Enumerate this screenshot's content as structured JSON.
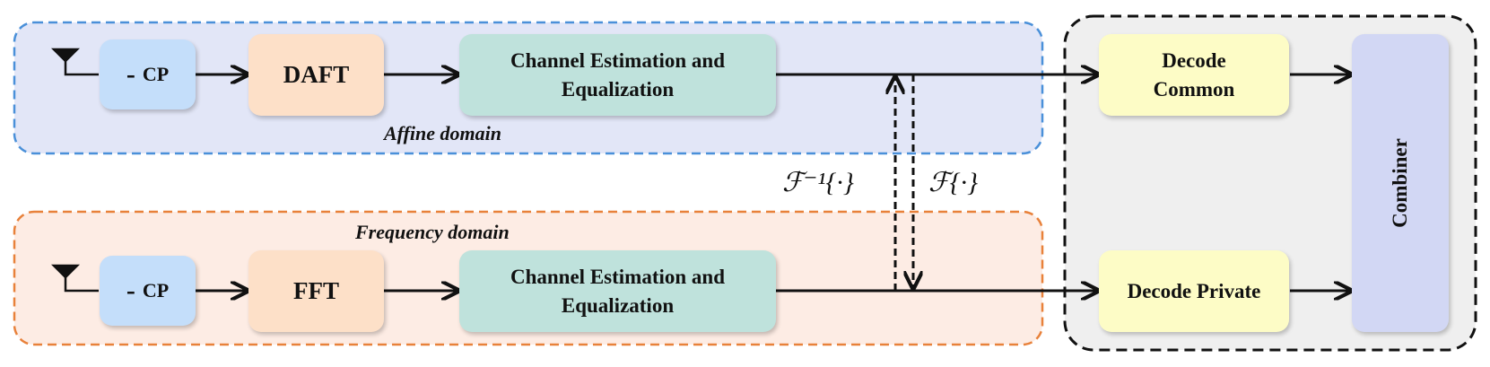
{
  "affine_row": {
    "region_label": "Affine domain",
    "cp_symbol": "-",
    "cp_text": "CP",
    "transform": "DAFT",
    "estimation_line1": "Channel Estimation and",
    "estimation_line2": "Equalization"
  },
  "frequency_row": {
    "region_label": "Frequency domain",
    "cp_symbol": "-",
    "cp_text": "CP",
    "transform": "FFT",
    "estimation_line1": "Channel Estimation and",
    "estimation_line2": "Equalization"
  },
  "conversion": {
    "inverse_label": "ℱ⁻¹{·}",
    "forward_label": "ℱ{·}"
  },
  "decoder": {
    "common_line1": "Decode",
    "common_line2": "Common",
    "private": "Decode Private",
    "combiner": "Combiner"
  },
  "colors": {
    "affine_border": "#4a90d9",
    "affine_fill": "#e2e6f7",
    "frequency_border": "#e8813a",
    "frequency_fill": "#fdece4",
    "decoder_border": "#111111",
    "decoder_fill": "#efefef"
  }
}
